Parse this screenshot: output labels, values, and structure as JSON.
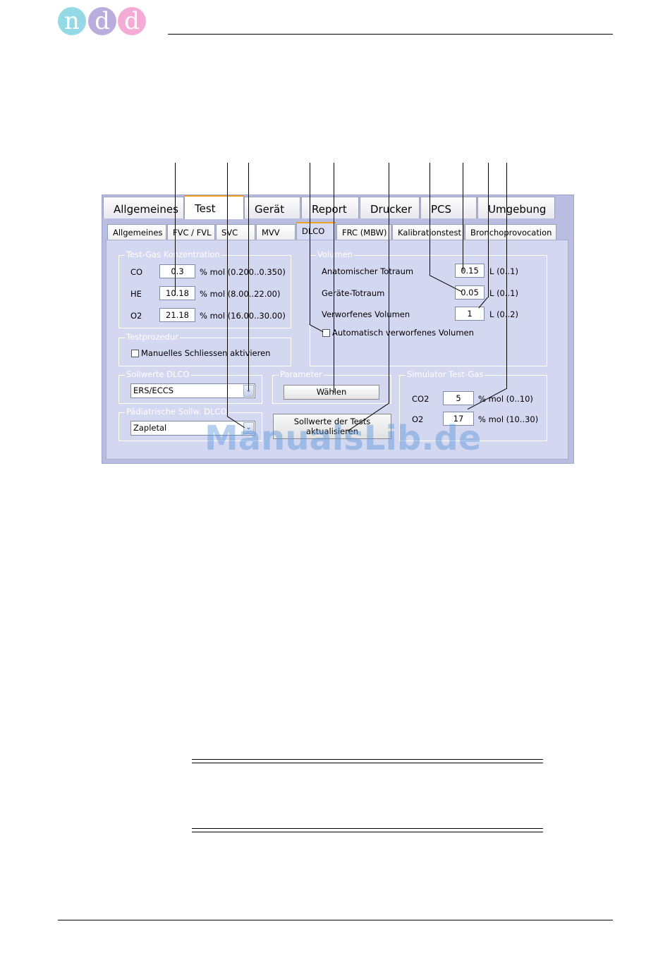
{
  "logo": {
    "letters": [
      "n",
      "d",
      "d"
    ],
    "colors": [
      "#8fd8e4",
      "#b7a8dc",
      "#f4a8d4"
    ]
  },
  "tabs_main": [
    {
      "label": "Allgemeines",
      "active": false
    },
    {
      "label": "Test",
      "active": true
    },
    {
      "label": "Gerät",
      "active": false
    },
    {
      "label": "Report",
      "active": false
    },
    {
      "label": "Drucker",
      "active": false
    },
    {
      "label": "PCS",
      "active": false
    },
    {
      "label": "Umgebung",
      "active": false
    }
  ],
  "tabs_sub": [
    {
      "label": "Allgemeines",
      "active": false
    },
    {
      "label": "FVC / FVL",
      "active": false
    },
    {
      "label": "SVC",
      "active": false
    },
    {
      "label": "MVV",
      "active": false
    },
    {
      "label": "DLCO",
      "active": true
    },
    {
      "label": "FRC (MBW)",
      "active": false
    },
    {
      "label": "Kalibrationstest",
      "active": false
    },
    {
      "label": "Bronchoprovocation",
      "active": false
    }
  ],
  "gas_conc": {
    "title": "Test-Gas Konzentration",
    "rows": [
      {
        "label": "CO",
        "value": "0.3",
        "range": "% mol (0.200..0.350)"
      },
      {
        "label": "HE",
        "value": "10.18",
        "range": "% mol (8.00..22.00)"
      },
      {
        "label": "O2",
        "value": "21.18",
        "range": "% mol (16.00..30.00)"
      }
    ]
  },
  "testprozedur": {
    "title": "Testprozedur",
    "checkbox_label": "Manuelles Schliessen aktivieren"
  },
  "sollwerte": {
    "title": "Sollwerte DLCO",
    "value": "ERS/ECCS"
  },
  "paediatrisch": {
    "title": "Pädiatrische Sollw. DLCO",
    "value": "Zapletal"
  },
  "parameter": {
    "title": "Parameter",
    "button": "Wählen"
  },
  "update_button": {
    "line1": "Sollwerte der Tests",
    "line2": "aktualisieren"
  },
  "volumen": {
    "title": "Volumen",
    "rows": [
      {
        "label": "Anatomischer Totraum",
        "value": "0.15",
        "range": "L (0..1)"
      },
      {
        "label": "Geräte-Totraum",
        "value": "0.05",
        "range": "L (0..1)"
      },
      {
        "label": "Verworfenes Volumen",
        "value": "1",
        "range": "L (0..2)"
      }
    ],
    "checkbox_label": "Automatisch verworfenes Volumen"
  },
  "simulator": {
    "title": "Simulator Test-Gas",
    "rows": [
      {
        "label": "CO2",
        "value": "5",
        "range": "% mol (0..10)"
      },
      {
        "label": "O2",
        "value": "17",
        "range": "% mol (10..30)"
      }
    ]
  },
  "watermark": "ManualsLib.de"
}
